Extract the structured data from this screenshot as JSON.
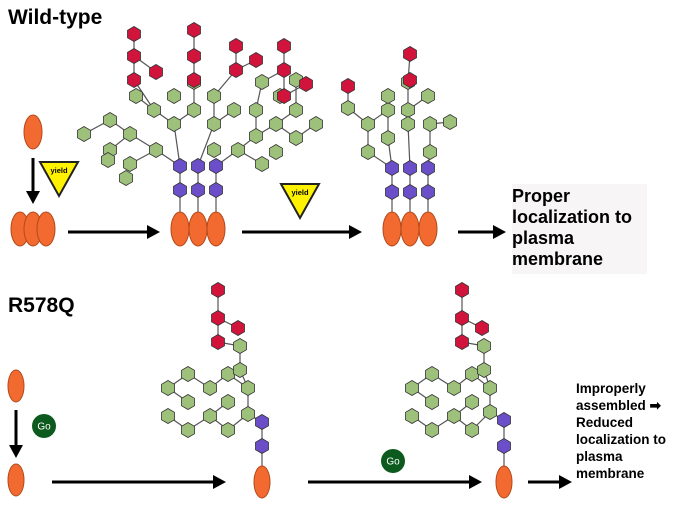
{
  "panels": {
    "wild_type": {
      "title": "Wild-type",
      "result_lines": [
        "Proper",
        "localization to",
        "plasma",
        "membrane"
      ]
    },
    "mutant": {
      "title": "R578Q",
      "result_lines": [
        "Improperly",
        "assembled",
        "Reduced",
        "localization to",
        "plasma",
        "membrane"
      ]
    }
  },
  "signs": {
    "yield": "yield",
    "go": "Go"
  },
  "colors": {
    "protein": "#f26a30",
    "core_sugar": "#6a4fc8",
    "branch_sugar": "#9dc07a",
    "terminal_sugar": "#d0143c",
    "yield_sign": "#fff200",
    "go_sign": "#0d5a1e",
    "arrow": "#000000"
  }
}
